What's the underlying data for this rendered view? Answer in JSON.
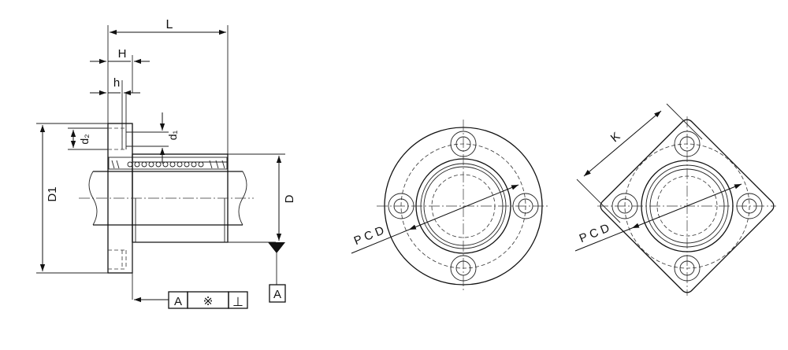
{
  "labels": {
    "L": "L",
    "H": "H",
    "h": "h",
    "d2": "d₂",
    "d1": "d₁",
    "D1": "D1",
    "D": "D",
    "datum_a": "A",
    "tol_ref": "A",
    "tol_symbol": "※",
    "tol_perp": "⊥",
    "pcd_round": "P C D",
    "pcd_square": "P C D",
    "K": "K"
  },
  "colors": {
    "line": "#111111",
    "background": "#ffffff"
  }
}
